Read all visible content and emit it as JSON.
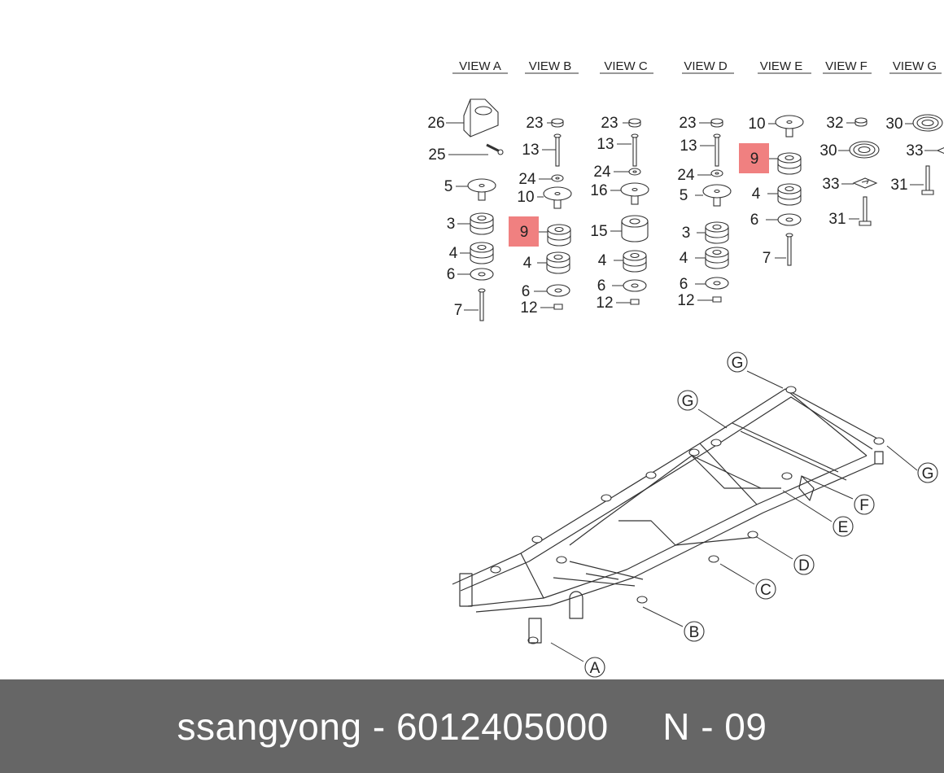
{
  "footer": {
    "brand": "ssangyong",
    "separator": "-",
    "part_number": "6012405000",
    "page_ref": "N - 09"
  },
  "highlight_color": "#f08080",
  "views": [
    {
      "label": "VIEW A",
      "parts": [
        "26",
        "25",
        "5",
        "3",
        "4",
        "6",
        "7"
      ]
    },
    {
      "label": "VIEW B",
      "parts": [
        "23",
        "13",
        "24",
        "10",
        "9",
        "4",
        "6",
        "12"
      ]
    },
    {
      "label": "VIEW C",
      "parts": [
        "23",
        "13",
        "24",
        "16",
        "15",
        "4",
        "6",
        "12"
      ]
    },
    {
      "label": "VIEW D",
      "parts": [
        "23",
        "13",
        "24",
        "5",
        "3",
        "4",
        "6",
        "12"
      ]
    },
    {
      "label": "VIEW E",
      "parts": [
        "10",
        "9",
        "4",
        "6",
        "7"
      ]
    },
    {
      "label": "VIEW F",
      "parts": [
        "32",
        "30",
        "33",
        "31"
      ]
    },
    {
      "label": "VIEW G",
      "parts": [
        "30",
        "33",
        "31"
      ]
    }
  ],
  "highlighted_part": "9",
  "callouts": [
    "G",
    "G",
    "G",
    "F",
    "E",
    "D",
    "C",
    "B",
    "A"
  ]
}
